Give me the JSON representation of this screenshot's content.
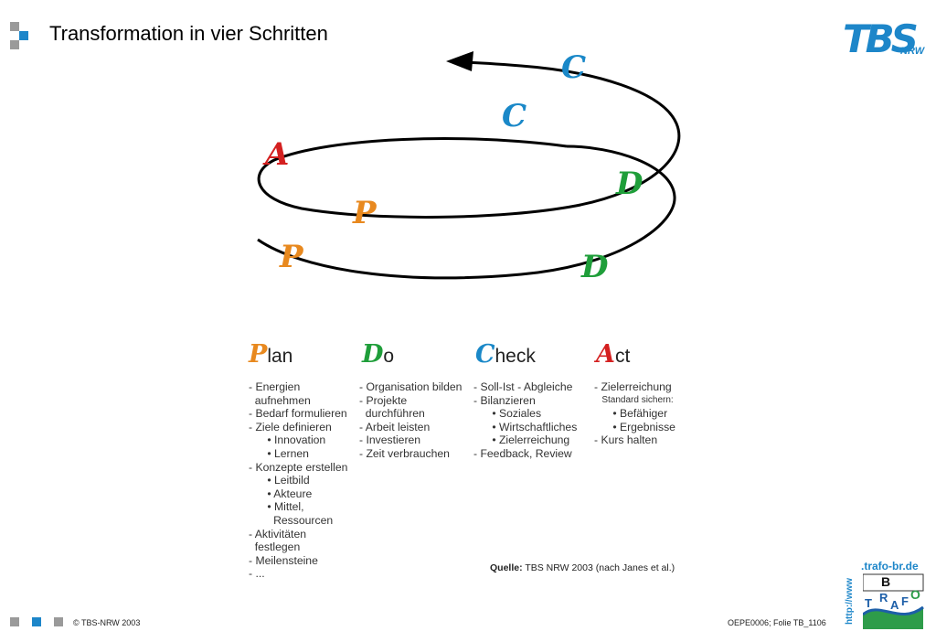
{
  "header": {
    "title": "Transformation in vier Schritten",
    "logo_text": "TBS",
    "logo_sub": "NRW"
  },
  "colors": {
    "plan": "#e8891f",
    "do": "#1f9e3a",
    "check": "#1a88c8",
    "act": "#d42020",
    "accent_blue": "#1d86c9"
  },
  "spiral_letters": [
    "A",
    "P",
    "P",
    "C",
    "C",
    "D",
    "D"
  ],
  "pdca": [
    {
      "cap": "P",
      "rest": "lan",
      "items": [
        "- Energien",
        "  aufnehmen",
        "- Bedarf formulieren",
        "- Ziele definieren",
        "      • Innovation",
        "      • Lernen",
        "- Konzepte erstellen",
        "      • Leitbild",
        "      • Akteure",
        "      • Mittel,",
        "        Ressourcen",
        "- Aktivitäten",
        "  festlegen",
        "- Meilensteine",
        "- ..."
      ]
    },
    {
      "cap": "D",
      "rest": "o",
      "items": [
        "- Organisation bilden",
        "- Projekte",
        "  durchführen",
        "- Arbeit leisten",
        "- Investieren",
        "- Zeit verbrauchen"
      ]
    },
    {
      "cap": "C",
      "rest": "heck",
      "items": [
        "- Soll-Ist - Abgleiche",
        "- Bilanzieren",
        "      • Soziales",
        "      • Wirtschaftliches",
        "      • Zielerreichung",
        "- Feedback, Review"
      ]
    },
    {
      "cap": "A",
      "rest": "ct",
      "items": [
        "- Zielerreichung",
        "   Standard sichern:",
        "      • Befähiger",
        "      • Ergebnisse",
        "- Kurs halten"
      ]
    }
  ],
  "source": {
    "label": "Quelle:",
    "text": "TBS NRW 2003 (nach Janes et al.)"
  },
  "footer": {
    "copyright": "© TBS-NRW 2003",
    "slide_ref": "OEPE0006; Folie TB_1106",
    "trafo_url": ".trafo-br.de",
    "trafo_prefix": "http://www",
    "trafo_letters": [
      "B",
      "T",
      "R",
      "A",
      "F",
      "O"
    ]
  }
}
